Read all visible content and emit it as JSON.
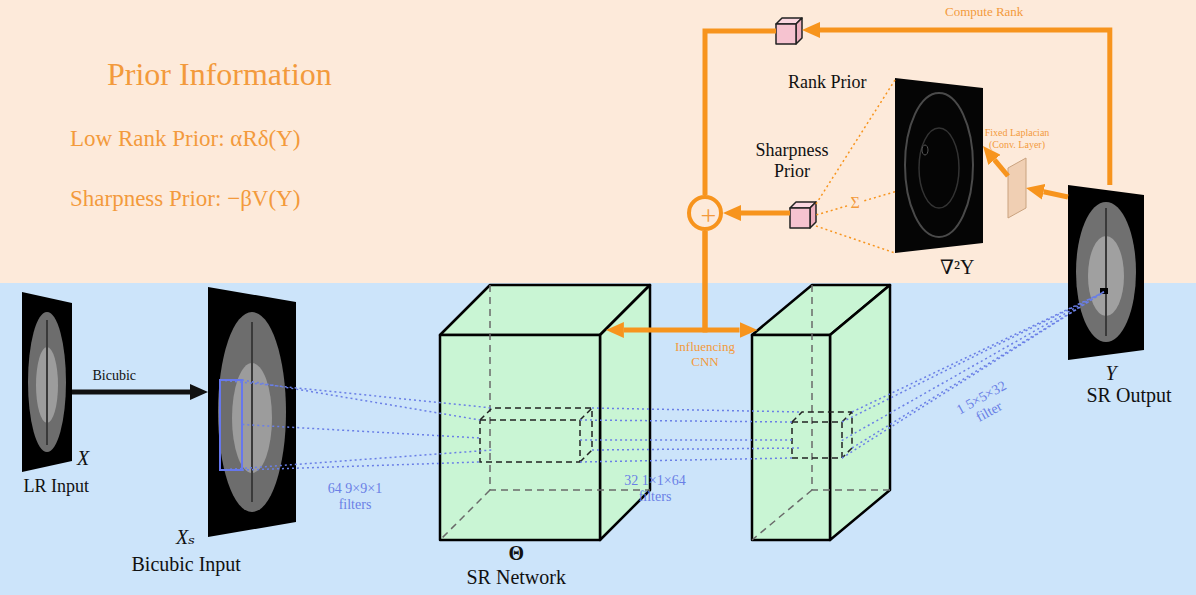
{
  "diagram": {
    "nodes": [
      {
        "text": [
          "Rank Prior"
        ]
      },
      {
        "text": [
          "+"
        ]
      },
      {
        "text": [
          "Sharpness Prior"
        ]
      },
      {
        "text": [
          "∇²Y"
        ]
      },
      {
        "text": [
          "Fixed Laplacian (Conv. Layer)"
        ]
      },
      {
        "text": [
          "Y",
          "SR Output"
        ]
      },
      {
        "text": [
          "X",
          "LR Input"
        ]
      },
      {
        "text": [
          "Xₛ",
          "Bicubic Input"
        ]
      },
      {
        "text": [
          "Θ",
          "SR Network"
        ]
      },
      {
        "text": []
      }
    ],
    "edges": [
      {
        "from": 5,
        "to": 0,
        "arrow": "to",
        "label": "Compute Rank"
      },
      {
        "from": 0,
        "to": 1,
        "arrow": "none"
      },
      {
        "from": 2,
        "to": 1,
        "arrow": "to"
      },
      {
        "from": 5,
        "to": 4,
        "arrow": "to"
      },
      {
        "from": 4,
        "to": 3,
        "arrow": "to"
      },
      {
        "from": 3,
        "to": 2,
        "arrow": "none",
        "label": "Σ"
      },
      {
        "from": 1,
        "to": 8,
        "arrow": "to",
        "label": "Influencing CNN"
      },
      {
        "from": 1,
        "to": 9,
        "arrow": "to"
      },
      {
        "from": 6,
        "to": 7,
        "arrow": "to",
        "label": "Bicubic"
      },
      {
        "from": 7,
        "to": 8,
        "arrow": "none",
        "label": "64 9×9×1 filters"
      },
      {
        "from": 8,
        "to": 9,
        "arrow": "none",
        "label": "32 1×1×64 filters"
      },
      {
        "from": 9,
        "to": 5,
        "arrow": "none",
        "label": "1 5×5×32 filter"
      }
    ],
    "labels": [
      "Prior Information",
      "Low Rank Prior: αRδ(Y)",
      "Sharpness Prior: −βV(Y)"
    ]
  }
}
